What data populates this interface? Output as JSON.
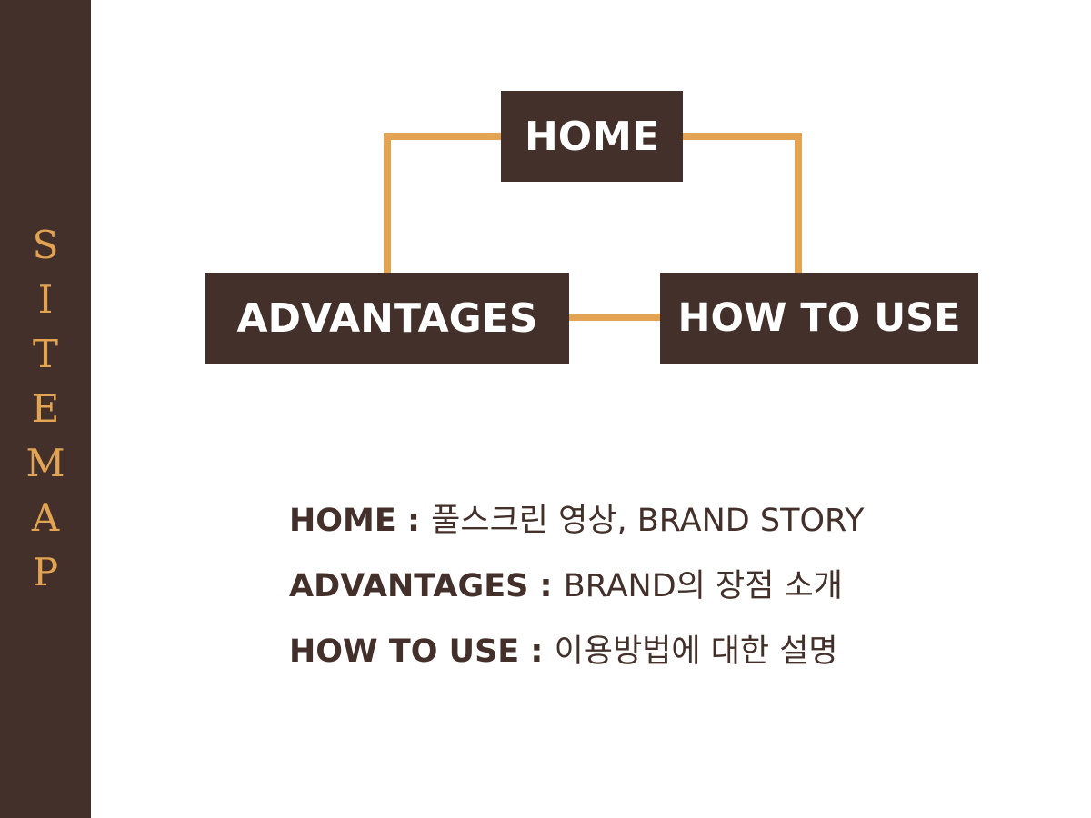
{
  "sidebar": {
    "letters": [
      "S",
      "I",
      "T",
      "E",
      "M",
      "A",
      "P"
    ]
  },
  "nodes": {
    "home": "HOME",
    "advantages": "ADVANTAGES",
    "how_to_use": "HOW TO USE"
  },
  "legend": [
    {
      "key": "HOME",
      "separator": " : ",
      "desc": "풀스크린 영상, BRAND STORY"
    },
    {
      "key": "ADVANTAGES",
      "separator": " : ",
      "desc": "BRAND의 장점 소개"
    },
    {
      "key": "HOW TO USE",
      "separator": " : ",
      "desc": "이용방법에 대한 설명"
    }
  ],
  "colors": {
    "dark_brown": "#43302a",
    "accent_gold": "#e2a452",
    "background": "#ffffff"
  }
}
